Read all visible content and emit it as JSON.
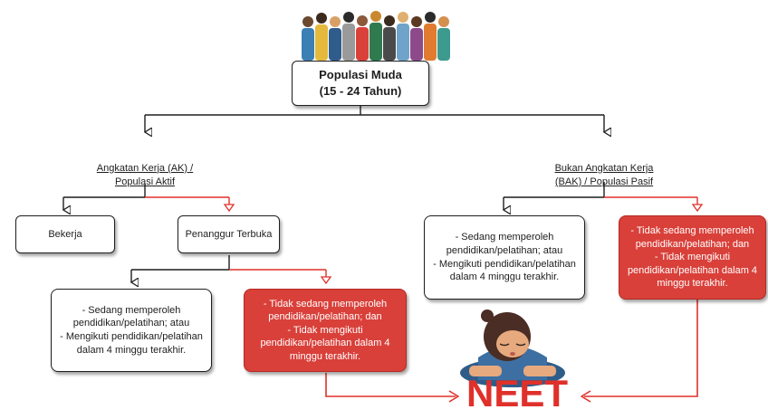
{
  "root": {
    "title_line1": "Populasi Muda",
    "title_line2": "(15 - 24 Tahun)"
  },
  "left_branch": {
    "label": "Angkatan Kerja (AK) /\nPopulasi Aktif",
    "employed": "Bekerja",
    "unemployed": "Penanggur Terbuka",
    "in_education": "- Sedang memperoleh\npendidikan/pelatihan; atau\n- Mengikuti pendidikan/pelatihan\ndalam 4 minggu terakhir.",
    "not_in_education": "- Tidak sedang memperoleh\npendidikan/pelatihan; dan\n- Tidak mengikuti\npendidikan/pelatihan dalam 4\nminggu terakhir."
  },
  "right_branch": {
    "label": "Bukan Angkatan Kerja\n(BAK) / Populasi Pasif",
    "in_education": "- Sedang memperoleh\npendidikan/pelatihan; atau\n- Mengikuti pendidikan/pelatihan\ndalam 4 minggu terakhir.",
    "not_in_education": "- Tidak sedang memperoleh\npendidikan/pelatihan; dan\n- Tidak mengikuti\npendidikan/pelatihan dalam 4\nminggu terakhir."
  },
  "outcome": {
    "label": "NEET"
  },
  "colors": {
    "highlight_red": "#d9403a",
    "line_dark": "#1e1e1e",
    "neet_red": "#e0302a"
  },
  "icons": [
    "crowd-illustration",
    "sleeping-student-illustration"
  ]
}
